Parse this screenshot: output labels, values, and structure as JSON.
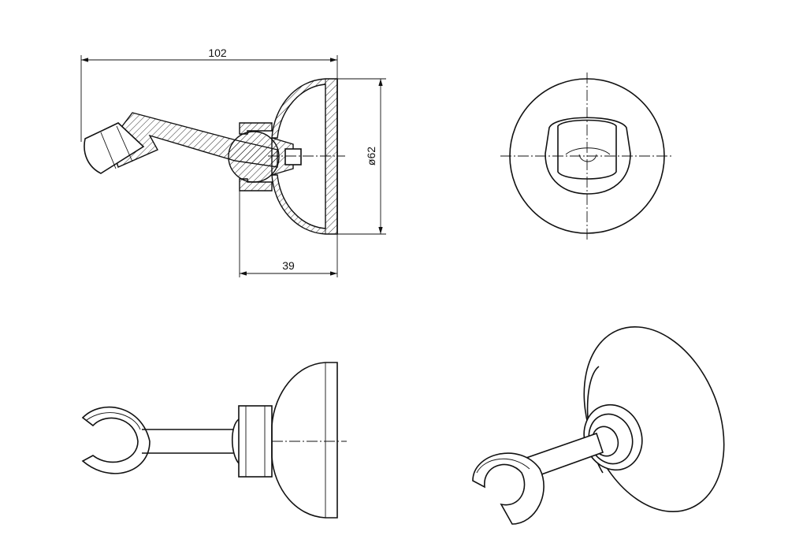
{
  "drawing": {
    "dimensions": {
      "overall_length": "102",
      "depth": "39",
      "diameter": "ø62"
    },
    "views": [
      "section-view",
      "front-view",
      "side-view",
      "isometric-view"
    ],
    "line_color": "#111111",
    "background": "#ffffff"
  }
}
